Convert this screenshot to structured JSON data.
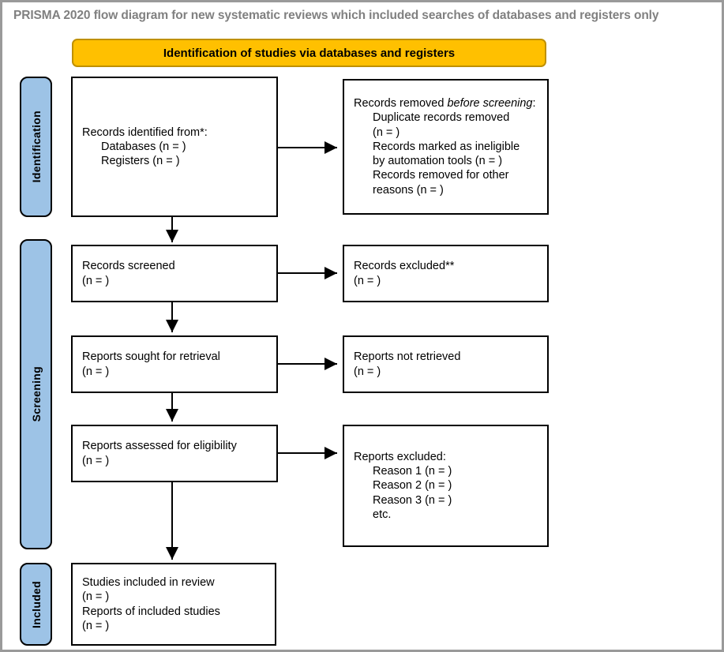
{
  "title": "PRISMA 2020 flow diagram for new systematic reviews which included searches of databases and registers only",
  "banner": {
    "label": "Identification of studies via databases and registers"
  },
  "stages": [
    {
      "key": "identification",
      "label": "Identification"
    },
    {
      "key": "screening",
      "label": "Screening"
    },
    {
      "key": "included",
      "label": "Included"
    }
  ],
  "boxes": {
    "identified": {
      "name": "records-identified",
      "lines": [
        "Records identified from*:",
        "Databases (n = )",
        "Registers (n = )"
      ]
    },
    "removed": {
      "name": "records-removed-before-screening",
      "heading_plain": "Records removed ",
      "heading_italic": "before screening",
      "heading_tail": ":",
      "items": [
        "Duplicate records removed",
        "(n = )",
        "Records marked as ineligible",
        "by automation tools (n = )",
        "Records removed for other",
        "reasons (n = )"
      ]
    },
    "screened": {
      "name": "records-screened",
      "lines": [
        "Records screened",
        "(n = )"
      ]
    },
    "excluded_records": {
      "name": "records-excluded",
      "lines": [
        "Records excluded**",
        "(n = )"
      ]
    },
    "sought": {
      "name": "reports-sought-for-retrieval",
      "lines": [
        "Reports sought for retrieval",
        "(n = )"
      ]
    },
    "not_retrieved": {
      "name": "reports-not-retrieved",
      "lines": [
        "Reports not retrieved",
        "(n = )"
      ]
    },
    "assessed": {
      "name": "reports-assessed-for-eligibility",
      "lines": [
        "Reports assessed for eligibility",
        "(n = )"
      ]
    },
    "excluded_reports": {
      "name": "reports-excluded",
      "heading": "Reports excluded:",
      "items": [
        "Reason 1 (n = )",
        "Reason 2 (n = )",
        "Reason 3 (n = )",
        "etc."
      ]
    },
    "included": {
      "name": "studies-included-in-review",
      "lines": [
        "Studies included in review",
        "(n = )",
        "Reports of included studies",
        "(n = )"
      ]
    }
  },
  "colors": {
    "banner_fill": "#FFC000",
    "banner_border": "#BF9000",
    "stage_fill": "#9DC3E6",
    "box_border": "#000000",
    "title_text": "#808080",
    "page_border": "#9A9A9A"
  }
}
